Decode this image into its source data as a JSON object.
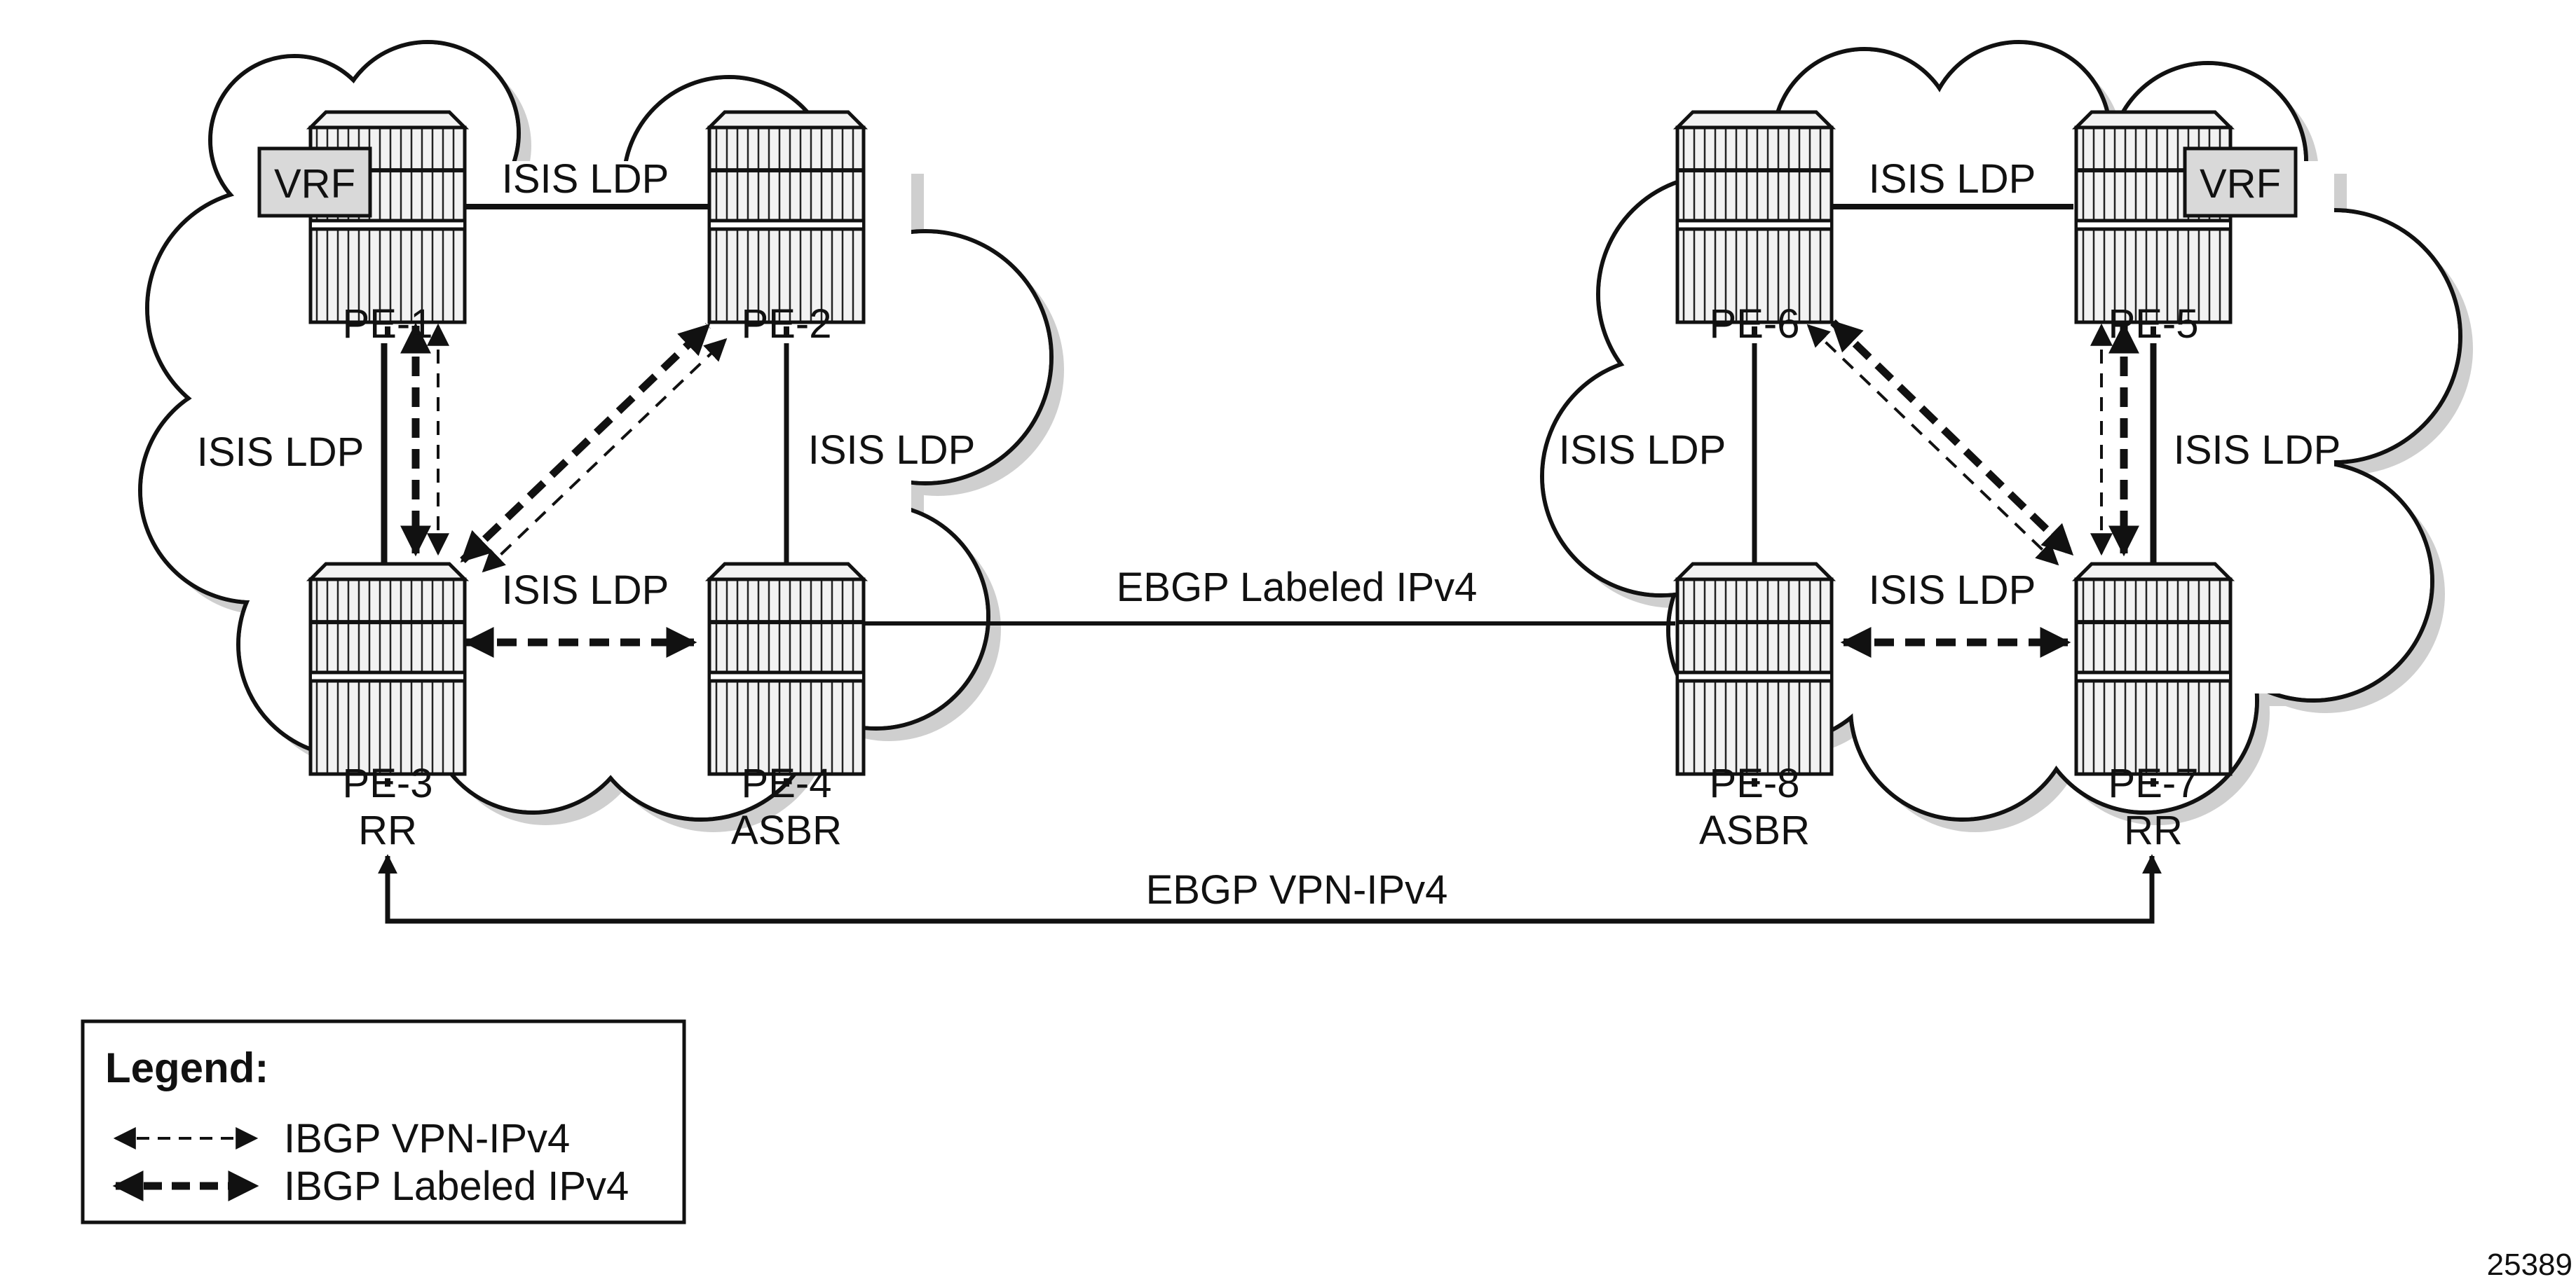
{
  "nodes": {
    "pe1": {
      "name": "PE-1",
      "role": "",
      "badge": "VRF"
    },
    "pe2": {
      "name": "PE-2",
      "role": ""
    },
    "pe3": {
      "name": "PE-3",
      "role": "RR"
    },
    "pe4": {
      "name": "PE-4",
      "role": "ASBR"
    },
    "pe5": {
      "name": "PE-5",
      "role": "",
      "badge": "VRF"
    },
    "pe6": {
      "name": "PE-6",
      "role": ""
    },
    "pe7": {
      "name": "PE-7",
      "role": "RR"
    },
    "pe8": {
      "name": "PE-8",
      "role": "ASBR"
    }
  },
  "links": {
    "pe1_pe2": "ISIS LDP",
    "pe1_pe3": "ISIS LDP",
    "pe2_pe4": "ISIS LDP",
    "pe3_pe4": "ISIS LDP",
    "pe6_pe5": "ISIS LDP",
    "pe6_pe8": "ISIS LDP",
    "pe5_pe7": "ISIS LDP",
    "pe8_pe7": "ISIS LDP",
    "pe4_pe8": "EBGP Labeled IPv4",
    "pe3_pe7": "EBGP VPN-IPv4"
  },
  "legend": {
    "title": "Legend:",
    "items": [
      {
        "label": "IBGP VPN-IPv4",
        "style": "thin-dashed"
      },
      {
        "label": "IBGP Labeled IPv4",
        "style": "thick-dashed"
      }
    ]
  },
  "figure_id": "25389",
  "colors": {
    "line": "#111111",
    "router_fill": "#eeeeee",
    "badge_fill": "#d9d9d9",
    "cloud_shadow": "#cfcfcf"
  }
}
